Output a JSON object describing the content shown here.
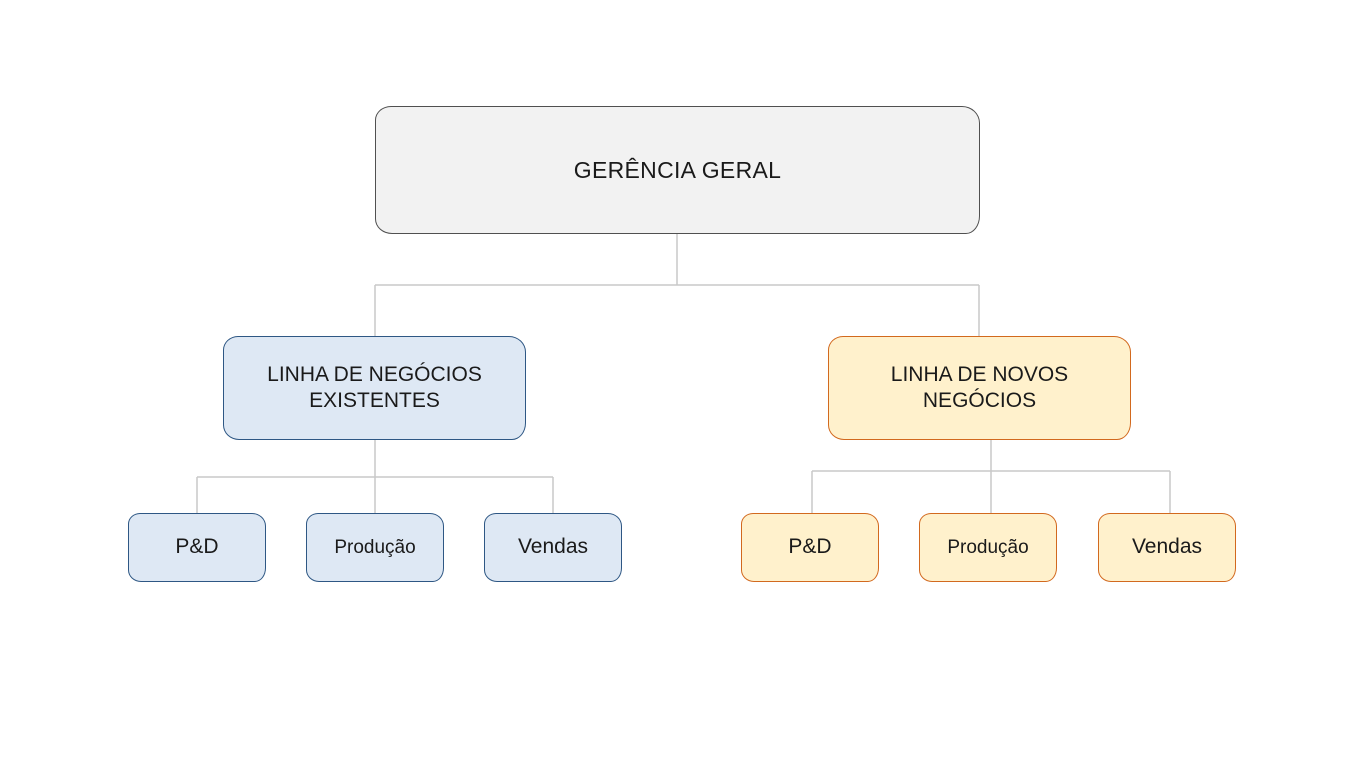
{
  "root": {
    "label": "GERÊNCIA GERAL"
  },
  "branches": [
    {
      "label_line1": "LINHA DE NEGÓCIOS",
      "label_line2": "EXISTENTES",
      "color": "#dee8f4",
      "border": "#2e5784",
      "children": [
        "P&D",
        "Produção",
        "Vendas"
      ]
    },
    {
      "label_line1": "LINHA DE NOVOS",
      "label_line2": "NEGÓCIOS",
      "color": "#fff1cc",
      "border": "#d2691e",
      "children": [
        "P&D",
        "Produção",
        "Vendas"
      ]
    }
  ],
  "connector_color": "#c8c8c8"
}
